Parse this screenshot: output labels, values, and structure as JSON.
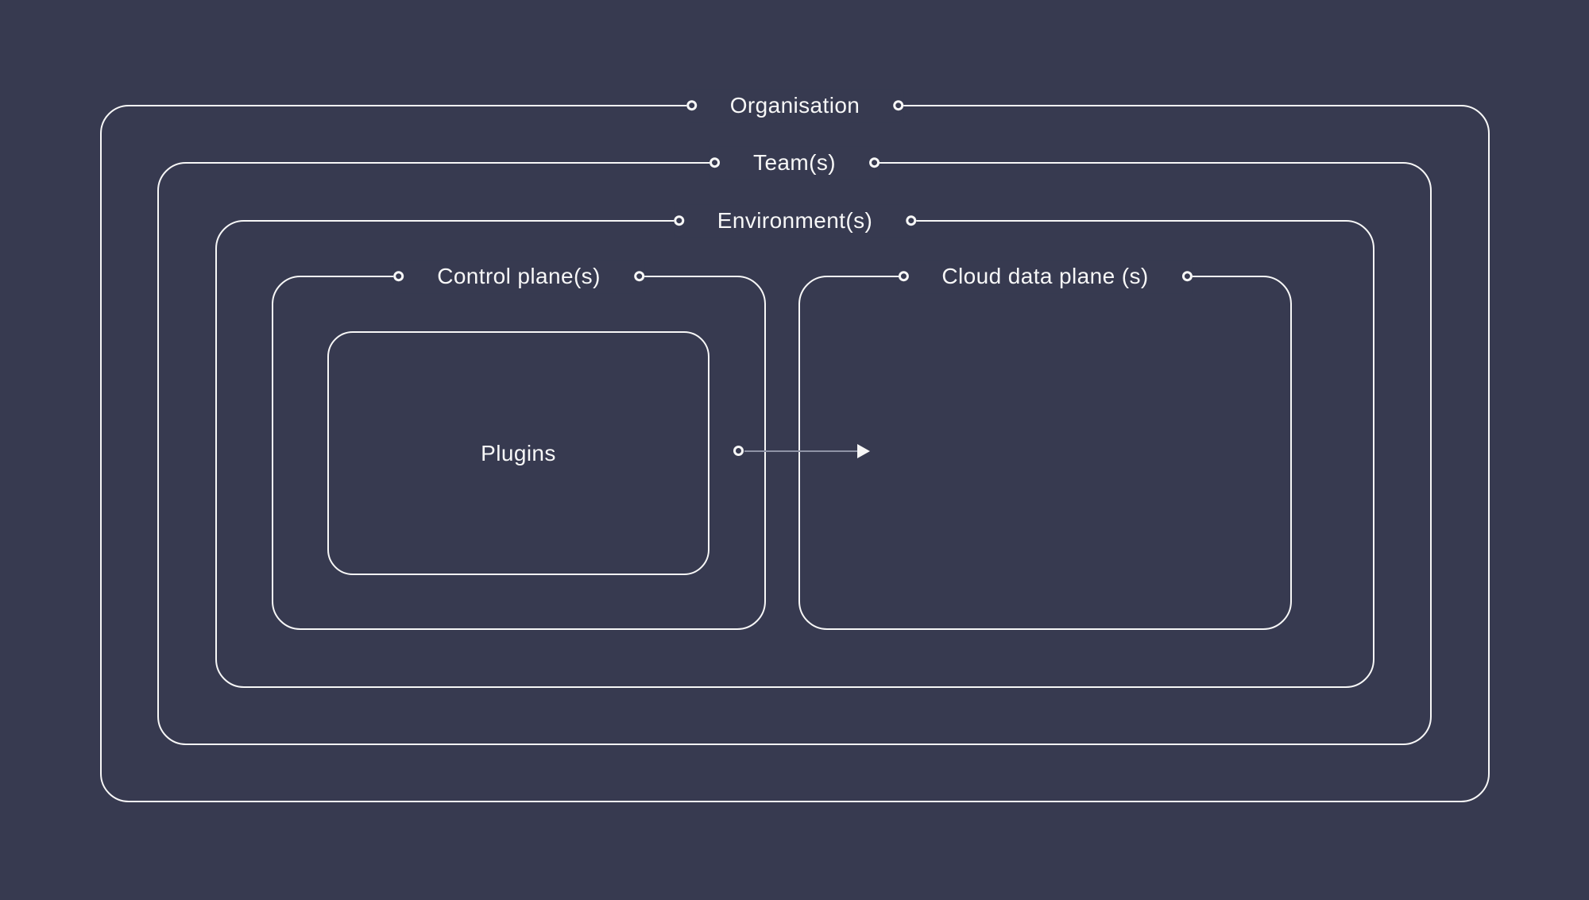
{
  "theme": {
    "background_color": "#373a50",
    "line_color": "#f7f7f7",
    "text_color": "#f7f7f7",
    "arrow_line_color": "#8f93a6",
    "arrow_head_color": "#f7f7f7"
  },
  "icons": {
    "connector_dot": "open-ring",
    "arrow_head": "right-pointing-triangle"
  },
  "diagram": {
    "type": "nested-containment-diagram",
    "boxes": [
      {
        "id": "organisation",
        "label": "Organisation"
      },
      {
        "id": "teams",
        "label": "Team(s)"
      },
      {
        "id": "environments",
        "label": "Environment(s)"
      },
      {
        "id": "control-planes",
        "label": "Control plane(s)"
      },
      {
        "id": "cloud-data-planes",
        "label": "Cloud data plane (s)"
      },
      {
        "id": "plugins",
        "label": "Plugins"
      }
    ],
    "arrow": {
      "from": "plugins / control-planes",
      "to": "cloud-data-planes",
      "direction": "right"
    }
  }
}
